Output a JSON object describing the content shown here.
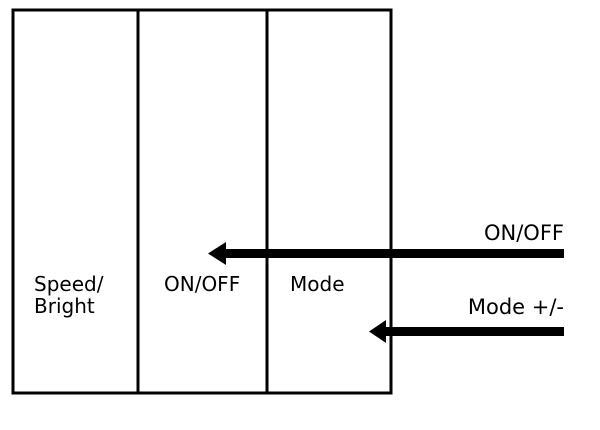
{
  "panels": {
    "speed_bright_line1": "Speed/",
    "speed_bright_line2": "Bright",
    "on_off": "ON/OFF",
    "mode": "Mode"
  },
  "arrows": {
    "on_off_label": "ON/OFF",
    "mode_label": "Mode +/-"
  }
}
